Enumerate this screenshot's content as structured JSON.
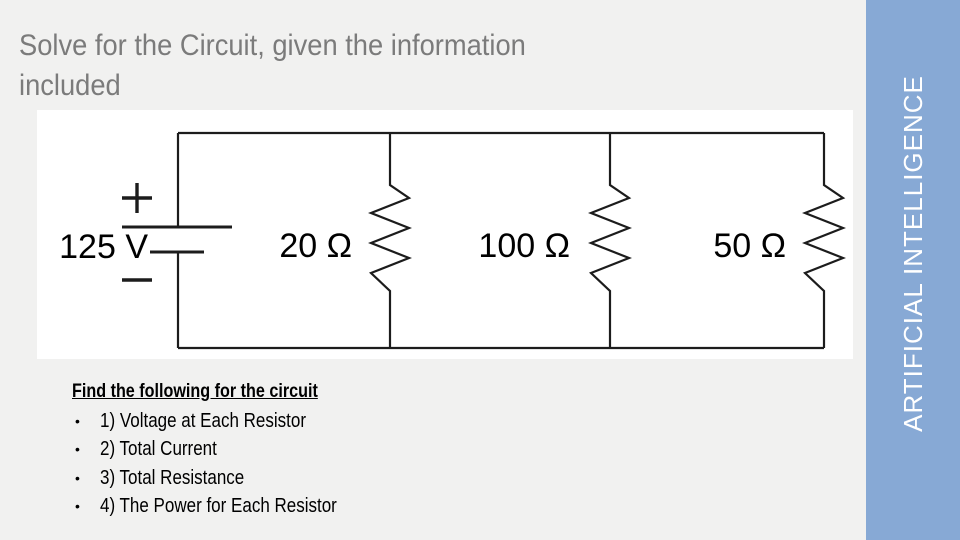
{
  "title": {
    "line1": "Solve for the Circuit, given the information",
    "line2": "included"
  },
  "circuit": {
    "source": {
      "voltage": "125 V",
      "plus": "+",
      "minus": "−"
    },
    "resistors": [
      {
        "value": "20 Ω"
      },
      {
        "value": "100 Ω"
      },
      {
        "value": "50 Ω"
      }
    ]
  },
  "tasks": {
    "heading": "Find the following for the circuit",
    "bullet": "•",
    "items": [
      {
        "text": "1) Voltage at Each Resistor"
      },
      {
        "text": "2) Total Current"
      },
      {
        "text": "3) Total Resistance"
      },
      {
        "text": "4) The Power for Each Resistor"
      }
    ]
  },
  "sidebar": {
    "label": "ARTIFICIAL INTELLIGENCE"
  },
  "colors": {
    "sidebar_blue": "#87a9d5",
    "title_gray": "#7b7b7b",
    "background": "#f1f1f0"
  }
}
